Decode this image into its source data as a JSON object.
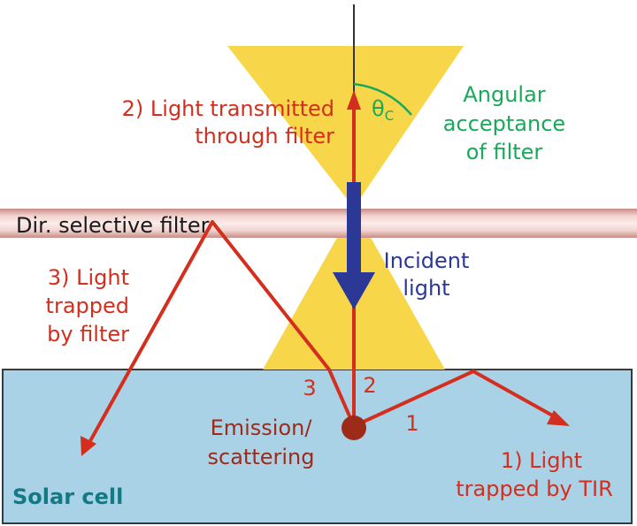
{
  "diagram": {
    "filter_label": "Dir. selective filter",
    "transmitted_line1": "2) Light transmitted",
    "transmitted_line2": "through filter",
    "theta": "θ",
    "theta_sub": "C",
    "acceptance_line1": "Angular",
    "acceptance_line2": "acceptance",
    "acceptance_line3": "of filter",
    "incident_line1": "Incident",
    "incident_line2": "light",
    "trapped_filter_line1": "3) Light",
    "trapped_filter_line2": "trapped",
    "trapped_filter_line3": "by filter",
    "path_3": "3",
    "path_2": "2",
    "path_1": "1",
    "emission_line1": "Emission/",
    "emission_line2": "scattering",
    "tir_line1": "1) Light",
    "tir_line2": "trapped by TIR",
    "solar_cell": "Solar cell"
  },
  "colors": {
    "red": "#d42e1e",
    "green": "#1aa85a",
    "blue": "#2b3896",
    "teal": "#117a85",
    "emitter": "#9e2a1a",
    "cell": "#aad2e6",
    "cone": "#f8d64a",
    "filter": "#e8b4ad"
  }
}
